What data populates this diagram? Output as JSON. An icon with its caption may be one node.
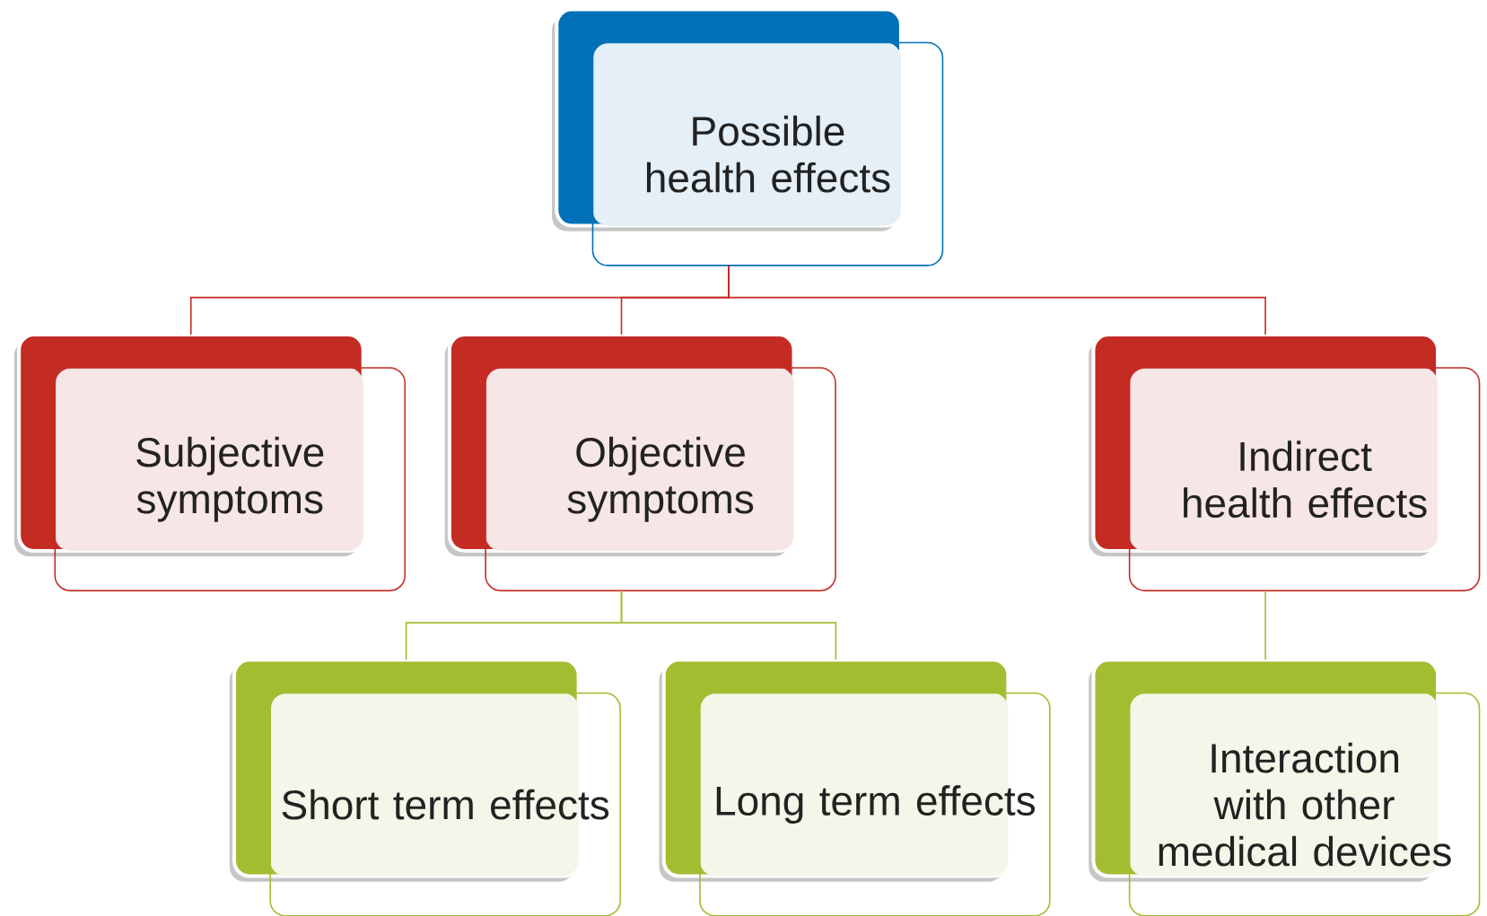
{
  "diagram": {
    "nodes": [
      {
        "text": [
          "Possible health effects"
        ]
      },
      {
        "text": [
          "Subjective symptoms"
        ]
      },
      {
        "text": [
          "Objective symptoms"
        ]
      },
      {
        "text": [
          "Indirect health effects"
        ]
      },
      {
        "text": [
          "Short term effects"
        ]
      },
      {
        "text": [
          "Long term effects"
        ]
      },
      {
        "text": [
          "Interaction with other medical devices"
        ]
      }
    ],
    "edges": [
      {
        "from": 0,
        "to": 1,
        "arrow": "none"
      },
      {
        "from": 0,
        "to": 2,
        "arrow": "none"
      },
      {
        "from": 0,
        "to": 3,
        "arrow": "none"
      },
      {
        "from": 2,
        "to": 4,
        "arrow": "none",
        "color": "#a2bd30"
      },
      {
        "from": 2,
        "to": 5,
        "arrow": "none",
        "color": "#a2bd30"
      },
      {
        "from": 3,
        "to": 6,
        "arrow": "none",
        "color": "#a2bd30"
      }
    ]
  }
}
